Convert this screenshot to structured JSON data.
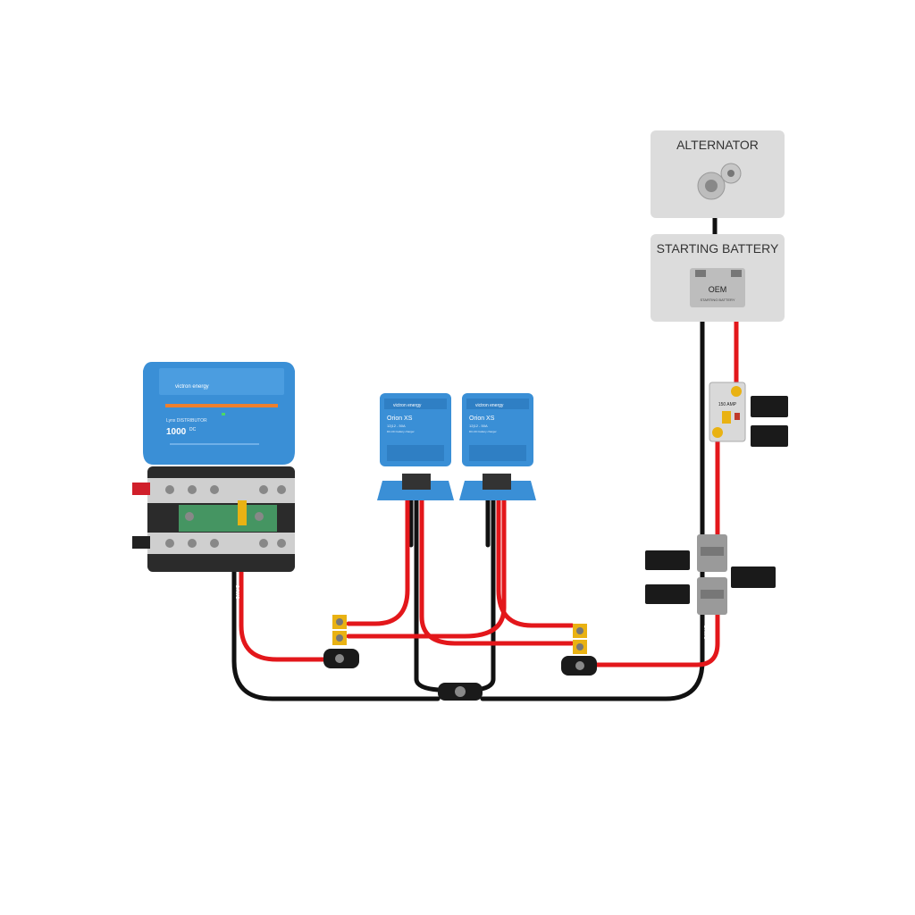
{
  "alternator": {
    "label": "ALTERNATOR"
  },
  "starting_battery": {
    "label": "STARTING BATTERY",
    "oem_label": "OEM",
    "oem_sub": "STARTING BATTERY"
  },
  "lynx": {
    "brand": "victron energy",
    "model": "Lynx DISTRIBUTOR",
    "rating": "1000",
    "rating_unit": "DC"
  },
  "orion_1": {
    "brand": "victron energy",
    "title": "Orion XS",
    "sub": "12|12 - 50A",
    "line3": "DC-DC battery charger"
  },
  "orion_2": {
    "brand": "victron energy",
    "title": "Orion XS",
    "sub": "12|12 - 50A",
    "line3": "DC-DC battery charger"
  },
  "breaker": {
    "rating": "150 AMP"
  },
  "wire_gauge": "2 AWG",
  "notes": {
    "breaker_note_1": "",
    "breaker_note_2": "",
    "connector_note_1": "",
    "connector_note_2": "",
    "connector_note_3": ""
  },
  "colors": {
    "positive": "#e3171b",
    "negative": "#111111",
    "victron_blue": "#3a8fd6",
    "panel_grey": "#dcdcdc",
    "fuse_yellow": "#e9b213"
  }
}
